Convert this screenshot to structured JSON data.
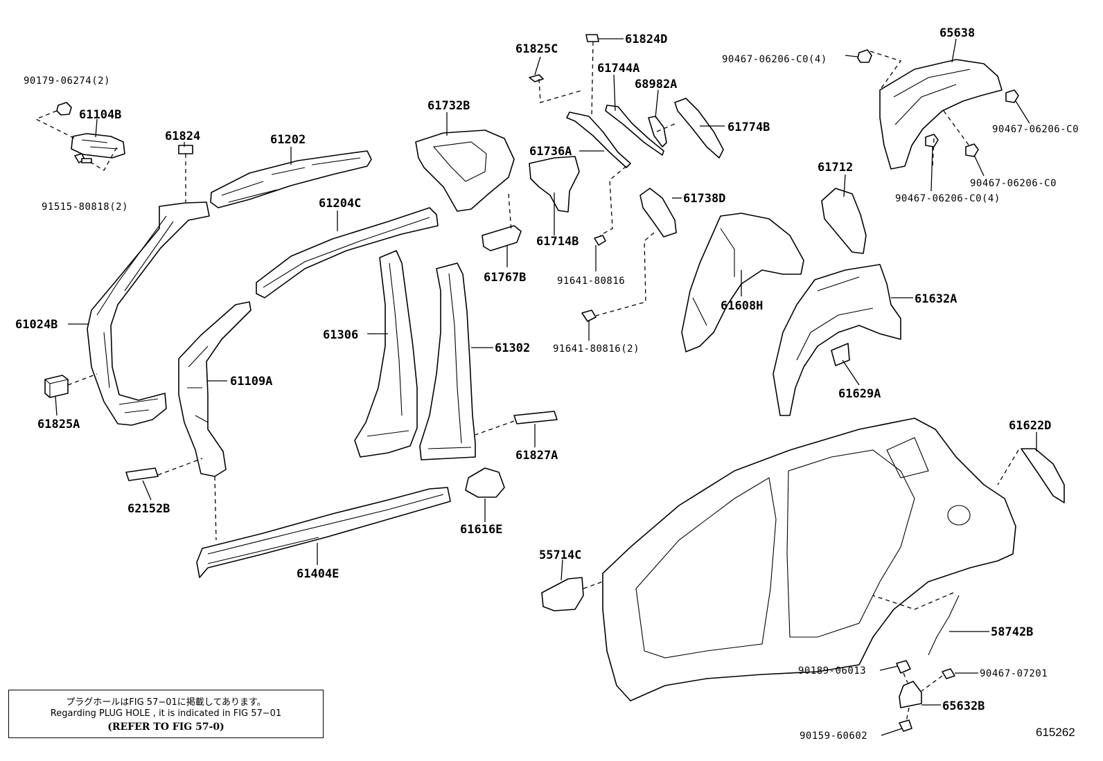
{
  "diagram": {
    "figure_code": "615262",
    "parts": [
      {
        "id": "p_90179",
        "text": "90179-06274(2)"
      },
      {
        "id": "p_61104B",
        "text": "61104B"
      },
      {
        "id": "p_91515",
        "text": "91515-80818(2)"
      },
      {
        "id": "p_61824",
        "text": "61824"
      },
      {
        "id": "p_61202",
        "text": "61202"
      },
      {
        "id": "p_61204C",
        "text": "61204C"
      },
      {
        "id": "p_61732B",
        "text": "61732B"
      },
      {
        "id": "p_61825C",
        "text": "61825C"
      },
      {
        "id": "p_61824D",
        "text": "61824D"
      },
      {
        "id": "p_61744A",
        "text": "61744A"
      },
      {
        "id": "p_68982A",
        "text": "68982A"
      },
      {
        "id": "p_61774B",
        "text": "61774B"
      },
      {
        "id": "p_61736A",
        "text": "61736A"
      },
      {
        "id": "p_61714B",
        "text": "61714B"
      },
      {
        "id": "p_61767B",
        "text": "61767B"
      },
      {
        "id": "p_61738D",
        "text": "61738D"
      },
      {
        "id": "p_91641a",
        "text": "91641-80816"
      },
      {
        "id": "p_91641b",
        "text": "91641-80816(2)"
      },
      {
        "id": "p_90467a",
        "text": "90467-06206-C0(4)"
      },
      {
        "id": "p_65638",
        "text": "65638"
      },
      {
        "id": "p_90467b",
        "text": "90467-06206-C0"
      },
      {
        "id": "p_90467c",
        "text": "90467-06206-C0"
      },
      {
        "id": "p_90467d",
        "text": "90467-06206-C0(4)"
      },
      {
        "id": "p_61712",
        "text": "61712"
      },
      {
        "id": "p_61608H",
        "text": "61608H"
      },
      {
        "id": "p_61632A",
        "text": "61632A"
      },
      {
        "id": "p_61629A",
        "text": "61629A"
      },
      {
        "id": "p_61024B",
        "text": "61024B"
      },
      {
        "id": "p_61306",
        "text": "61306"
      },
      {
        "id": "p_61302",
        "text": "61302"
      },
      {
        "id": "p_61109A",
        "text": "61109A"
      },
      {
        "id": "p_61825A",
        "text": "61825A"
      },
      {
        "id": "p_61827A",
        "text": "61827A"
      },
      {
        "id": "p_62152B",
        "text": "62152B"
      },
      {
        "id": "p_61616E",
        "text": "61616E"
      },
      {
        "id": "p_61404E",
        "text": "61404E"
      },
      {
        "id": "p_61622D",
        "text": "61622D"
      },
      {
        "id": "p_55714C",
        "text": "55714C"
      },
      {
        "id": "p_58742B",
        "text": "58742B"
      },
      {
        "id": "p_90189",
        "text": "90189-06013"
      },
      {
        "id": "p_90467e",
        "text": "90467-07201"
      },
      {
        "id": "p_65632B",
        "text": "65632B"
      },
      {
        "id": "p_90159",
        "text": "90159-60602"
      }
    ],
    "note": {
      "line1": "プラグホールはFIG 57−01に掲載してあります。",
      "line2": "Regarding  PLUG  HOLE , it is indicated in  FIG  57−01",
      "line3": "(REFER TO FIG 57-0)"
    }
  }
}
